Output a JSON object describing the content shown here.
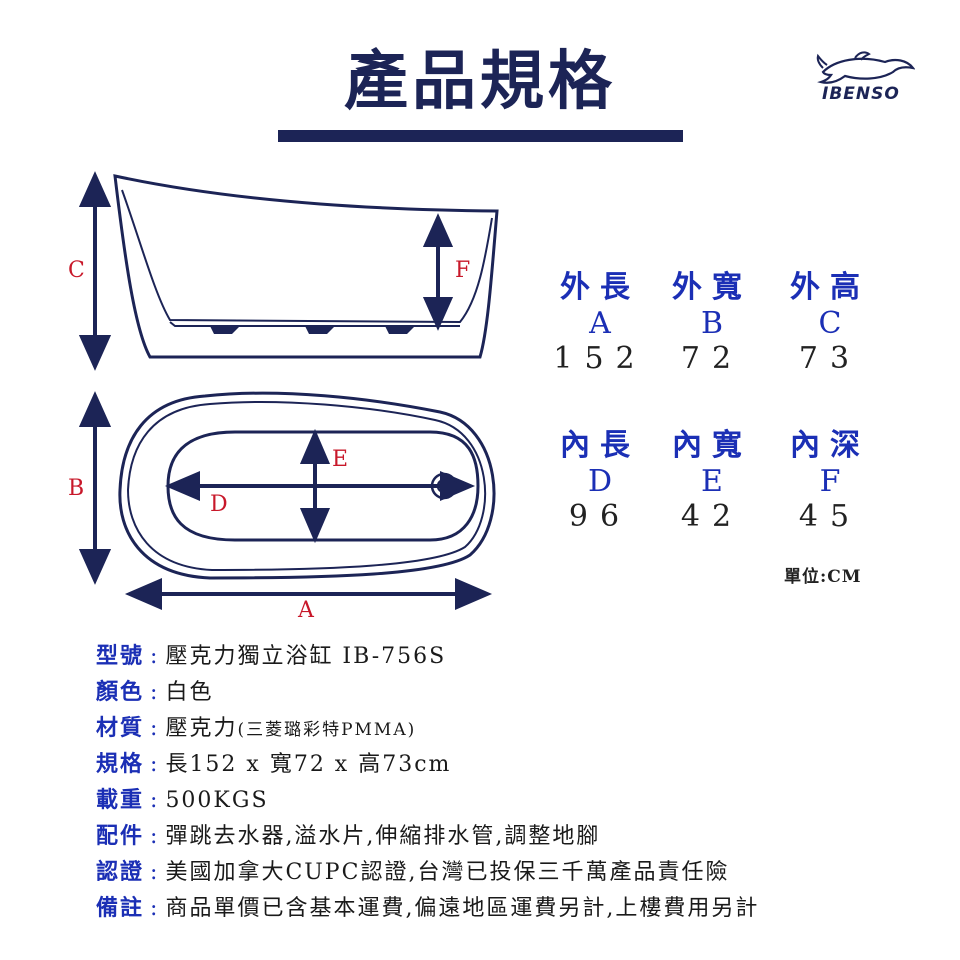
{
  "title": "產品規格",
  "logo": {
    "text": "IBENSO"
  },
  "diagram": {
    "labels": {
      "A": "A",
      "B": "B",
      "C": "C",
      "D": "D",
      "E": "E",
      "F": "F"
    }
  },
  "specs": {
    "outer": [
      {
        "head": "外長",
        "key": "A",
        "value": "152"
      },
      {
        "head": "外寬",
        "key": "B",
        "value": "72"
      },
      {
        "head": "外高",
        "key": "C",
        "value": "73"
      }
    ],
    "inner": [
      {
        "head": "內長",
        "key": "D",
        "value": "96"
      },
      {
        "head": "內寬",
        "key": "E",
        "value": "42"
      },
      {
        "head": "內深",
        "key": "F",
        "value": "45"
      }
    ],
    "unit": "單位:CM"
  },
  "info": [
    {
      "label": "型號",
      "value": "壓克力獨立浴缸 IB-756S"
    },
    {
      "label": "顏色",
      "value": "白色"
    },
    {
      "label": "材質",
      "value": "壓克力",
      "note": "(三菱璐彩特PMMA)"
    },
    {
      "label": "規格",
      "value": "長152 x 寬72 x 高73cm"
    },
    {
      "label": "載重",
      "value": "500KGS"
    },
    {
      "label": "配件",
      "value": "彈跳去水器,溢水片,伸縮排水管,調整地腳"
    },
    {
      "label": "認證",
      "value": "美國加拿大CUPC認證,台灣已投保三千萬產品責任險"
    },
    {
      "label": "備註",
      "value": "商品單價已含基本運費,偏遠地區運費另計,上樓費用另計"
    }
  ],
  "colors": {
    "navy": "#1c2456",
    "blue": "#1b2fb5",
    "red": "#c8182a"
  }
}
